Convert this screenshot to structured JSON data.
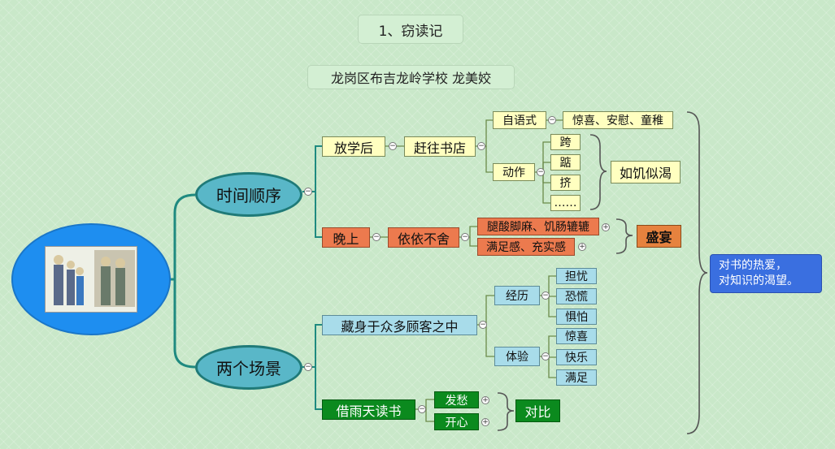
{
  "title": "1、窃读记",
  "author": "龙岗区布吉龙岭学校  龙美姣",
  "central_image": "reading-scene-illustration",
  "branches": {
    "time_order": "时间顺序",
    "two_scenes": "两个场景"
  },
  "time_order": {
    "after_school": "放学后",
    "rush_to_store": "赶往书店",
    "self_talk": "自语式",
    "feelings": "惊喜、安慰、童稚",
    "actions": "动作",
    "action_items": [
      "跨",
      "踮",
      "挤",
      "……"
    ],
    "thirst": "如饥似渴",
    "evening": "晚上",
    "reluctant": "依依不舍",
    "evening_items": [
      "腿酸脚麻、饥肠辘辘",
      "满足感、充实感"
    ],
    "feast": "盛宴"
  },
  "two_scenes": {
    "hide": "藏身于众多顾客之中",
    "experience": "经历",
    "experience_items": [
      "担忧",
      "恐慌",
      "惧怕"
    ],
    "feeling": "体验",
    "feeling_items": [
      "惊喜",
      "快乐",
      "满足"
    ],
    "rain": "借雨天读书",
    "worry": "发愁",
    "happy": "开心",
    "contrast": "对比"
  },
  "summary": [
    "对书的热爱，",
    "对知识的渴望。"
  ],
  "colors": {
    "background": "#c9e8c9",
    "center": "#1e8ef0",
    "main_oval": "#59b7c8",
    "line": "#1f7a78",
    "summary": "#3a6fe0"
  }
}
